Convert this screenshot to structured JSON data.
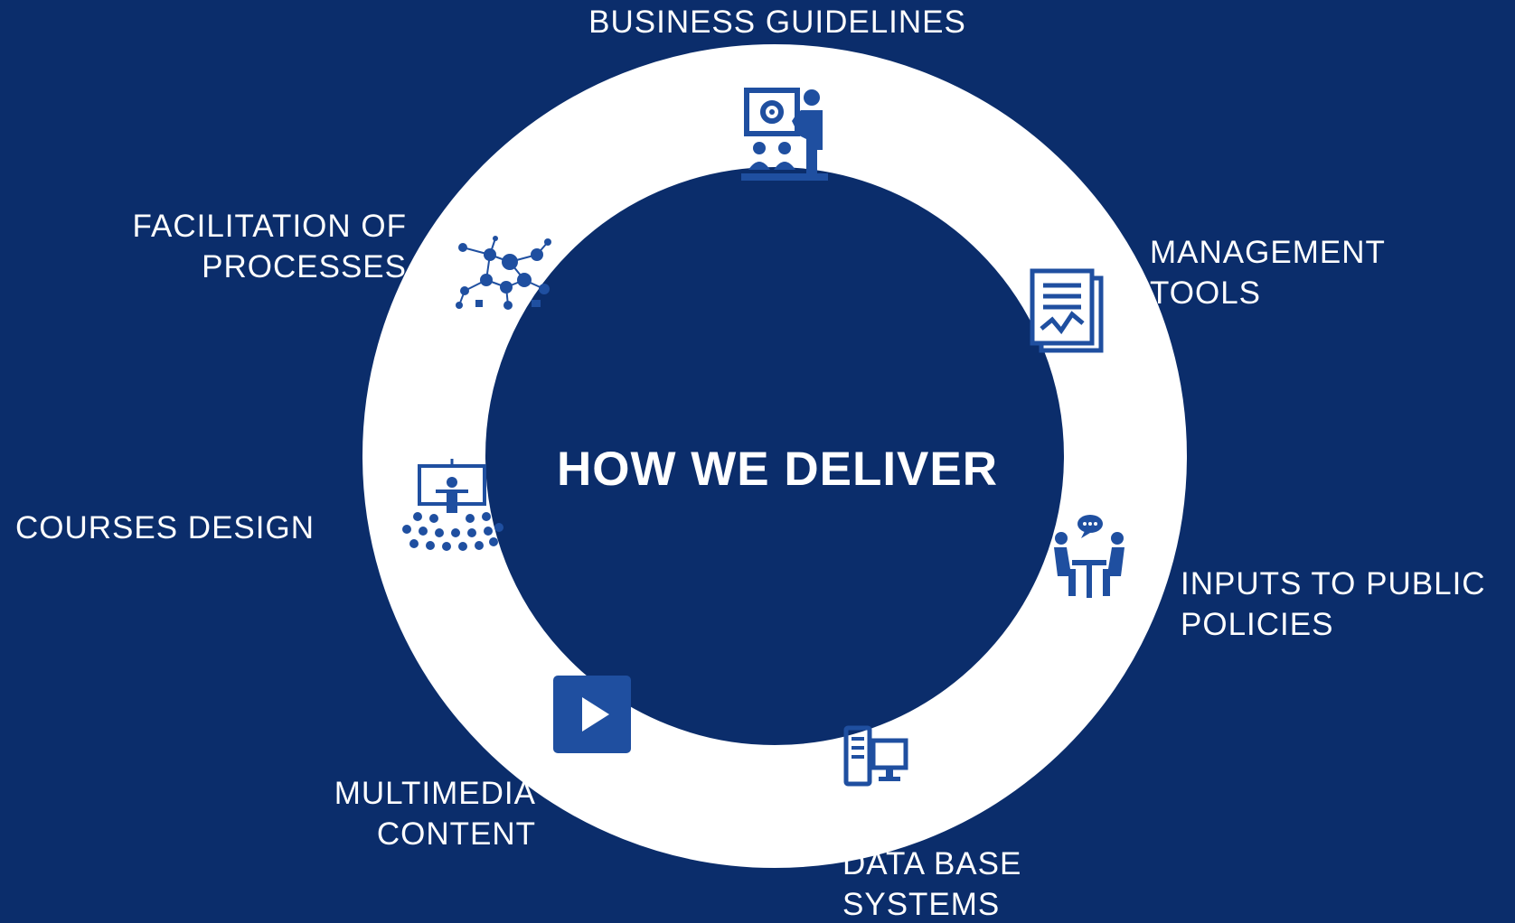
{
  "title": "HOW WE DELIVER",
  "items": [
    {
      "lines": [
        "BUSINESS GUIDELINES"
      ],
      "icon": "presentation-icon"
    },
    {
      "lines": [
        "MANAGEMENT",
        "TOOLS"
      ],
      "icon": "report-chart-icon"
    },
    {
      "lines": [
        "INPUTS TO PUBLIC",
        "POLICIES"
      ],
      "icon": "meeting-icon"
    },
    {
      "lines": [
        "DATA BASE",
        "SYSTEMS"
      ],
      "icon": "server-computer-icon"
    },
    {
      "lines": [
        "MULTIMEDIA",
        "CONTENT"
      ],
      "icon": "play-icon"
    },
    {
      "lines": [
        "COURSES DESIGN"
      ],
      "icon": "classroom-icon"
    },
    {
      "lines": [
        "FACILITATION OF",
        "PROCESSES"
      ],
      "icon": "network-icon"
    }
  ],
  "colors": {
    "background": "#0b2d6b",
    "ring": "#ffffff",
    "icon": "#1f4fa0",
    "text": "#ffffff"
  }
}
